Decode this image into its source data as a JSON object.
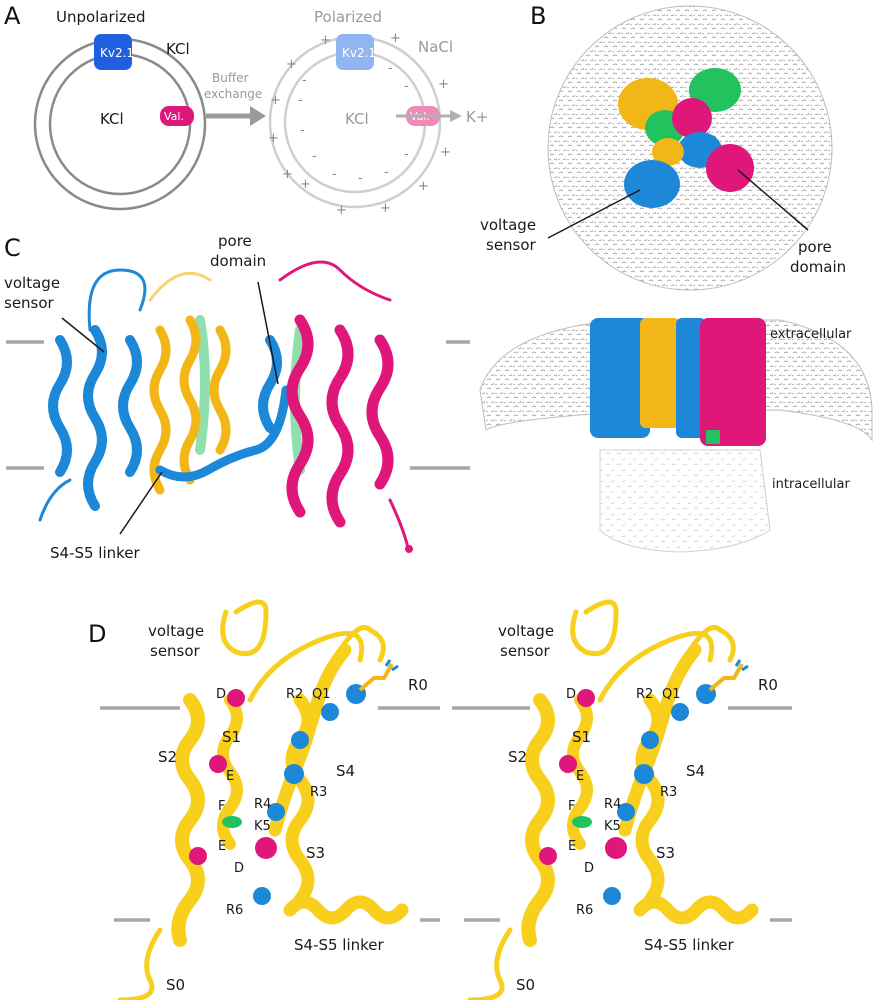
{
  "panels": {
    "A": {
      "letter": "A",
      "unpolarized_title": "Unpolarized",
      "polarized_title": "Polarized",
      "channel_label": "Kv2.1",
      "valinomycin_label": "Val.",
      "outside_left": "KCl",
      "inside_left": "KCl",
      "outside_right": "NaCl",
      "inside_right": "KCl",
      "arrow_label_line1": "Buffer",
      "arrow_label_line2": "exchange",
      "ion_label": "K+",
      "plus_sign": "+",
      "minus_sign": "-"
    },
    "B": {
      "letter": "B",
      "voltage_sensor_line1": "voltage",
      "voltage_sensor_line2": "sensor",
      "pore_domain_line1": "pore",
      "pore_domain_line2": "domain",
      "extracellular": "extracellular",
      "intracellular": "intracellular"
    },
    "C": {
      "letter": "C",
      "voltage_sensor_line1": "voltage",
      "voltage_sensor_line2": "sensor",
      "pore_domain_line1": "pore",
      "pore_domain_line2": "domain",
      "linker": "S4-S5 linker"
    },
    "D": {
      "letter": "D",
      "voltage_sensor_line1": "voltage",
      "voltage_sensor_line2": "sensor",
      "helices": [
        "S0",
        "S1",
        "S2",
        "S3",
        "S4"
      ],
      "linker": "S4-S5 linker",
      "residues": [
        "R0",
        "Q1",
        "R2",
        "R3",
        "R4",
        "K5",
        "R6",
        "D",
        "E",
        "F",
        "E",
        "D"
      ]
    }
  },
  "colors": {
    "blue": "#1e88d8",
    "gold": "#f2b616",
    "magenta": "#e0177b",
    "green": "#22c25f",
    "yellow": "#f9cf1e",
    "membrane": "#a7a7a7",
    "density": "#8c8c8c"
  }
}
